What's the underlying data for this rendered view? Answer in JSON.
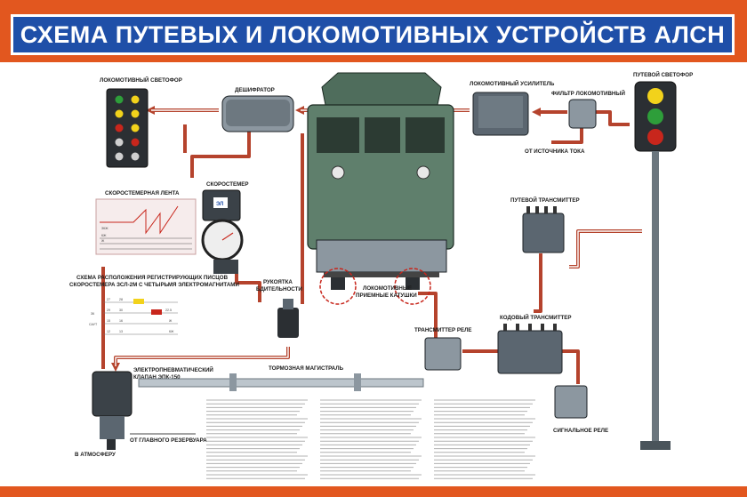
{
  "title": "СХЕМА ПУТЕВЫХ И ЛОКОМОТИВНЫХ УСТРОЙСТВ АЛСН",
  "labels": {
    "loco_signal": "ЛОКОМОТИВНЫЙ СВЕТОФОР",
    "decoder": "ДЕШИФРАТОР",
    "loco_amplifier": "ЛОКОМОТИВНЫЙ УСИЛИТЕЛЬ",
    "loco_filter": "ФИЛЬТР ЛОКОМОТИВНЫЙ",
    "from_power": "ОТ ИСТОЧНИКА ТОКА",
    "track_signal": "ПУТЕВОЙ СВЕТОФОР",
    "speedometer": "СКОРОСТЕМЕР",
    "speed_tape": "СКОРОСТЕМЕРНАЯ ЛЕНТА",
    "scheme_line1": "СХЕМА РАСПОЛОЖЕНИЯ РЕГИСТРИРУЮЩИХ ПИСЦОВ",
    "scheme_line2": "СКОРОСТЕМЕРА ЗСЛ-2М С ЧЕТЫРЬМЯ ЭЛЕКТРОМАГНИТАМИ",
    "handle_line1": "РУКОЯТКА",
    "handle_line2": "БДИТЕЛЬНОСТИ",
    "coils_line1": "ЛОКОМОТИВНЫЕ",
    "coils_line2": "ПРИЕМНЫЕ КАТУШКИ",
    "track_transmitter": "ПУТЕВОЙ ТРАНСМИТТЕР",
    "code_transmitter": "КОДОВЫЙ ТРАНСМИТТЕР",
    "transmitter_relay": "ТРАНСМИТТЕР РЕЛЕ",
    "epk_line1": "ЭЛЕКТРОПНЕВМАТИЧЕСКИЙ",
    "epk_line2": "КЛАПАН ЭПК-150",
    "brake_line": "ТОРМОЗНАЯ МАГИСТРАЛЬ",
    "from_reservoir": "ОТ ГЛАВНОГО РЕЗЕРВУАРА",
    "to_atmosphere": "В АТМОСФЕРУ",
    "signal_relay": "СИГНАЛЬНОЕ РЕЛЕ"
  },
  "speedometer_badge": "ЭЛ",
  "tape_marks": [
    "ЗКЖ",
    "КЖ",
    "Ж"
  ],
  "pen_numbers": [
    "27",
    "28",
    "29",
    "30",
    "22.5",
    "15",
    "16",
    "12",
    "13"
  ],
  "pen_labels": [
    "ЗК",
    "САУТ",
    "Ж",
    "КЖ"
  ],
  "colors": {
    "frame": "#e2571f",
    "title_bg": "#1f4fa8",
    "wire": "#b5432d",
    "device": "#5b6670",
    "locomotive": "#5f7f6c",
    "signal_yellow": "#f2d21b",
    "signal_green": "#2e9e3a",
    "signal_red": "#c8261c"
  }
}
